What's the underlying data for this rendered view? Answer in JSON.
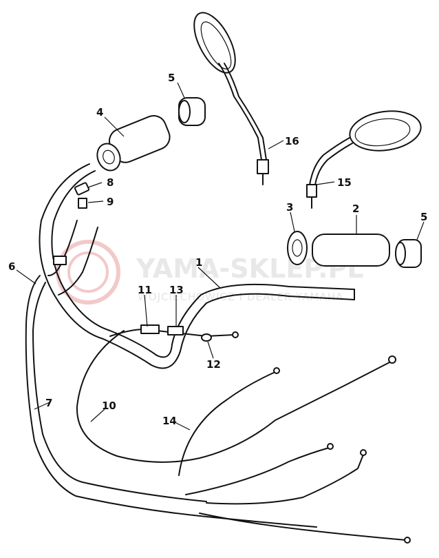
{
  "watermark": {
    "title": "YAMA-SKLEP.PL",
    "subtitle": "WOJCIECHOWICZ I DEALER YAMAHA"
  },
  "labels": [
    {
      "id": "1",
      "text": "1"
    },
    {
      "id": "2",
      "text": "2"
    },
    {
      "id": "3",
      "text": "3"
    },
    {
      "id": "4",
      "text": "4"
    },
    {
      "id": "5a",
      "text": "5"
    },
    {
      "id": "5b",
      "text": "5"
    },
    {
      "id": "6",
      "text": "6"
    },
    {
      "id": "7",
      "text": "7"
    },
    {
      "id": "8",
      "text": "8"
    },
    {
      "id": "9",
      "text": "9"
    },
    {
      "id": "10",
      "text": "10"
    },
    {
      "id": "11",
      "text": "11"
    },
    {
      "id": "12",
      "text": "12"
    },
    {
      "id": "13",
      "text": "13"
    },
    {
      "id": "14",
      "text": "14"
    },
    {
      "id": "15",
      "text": "15"
    },
    {
      "id": "16",
      "text": "16"
    }
  ]
}
